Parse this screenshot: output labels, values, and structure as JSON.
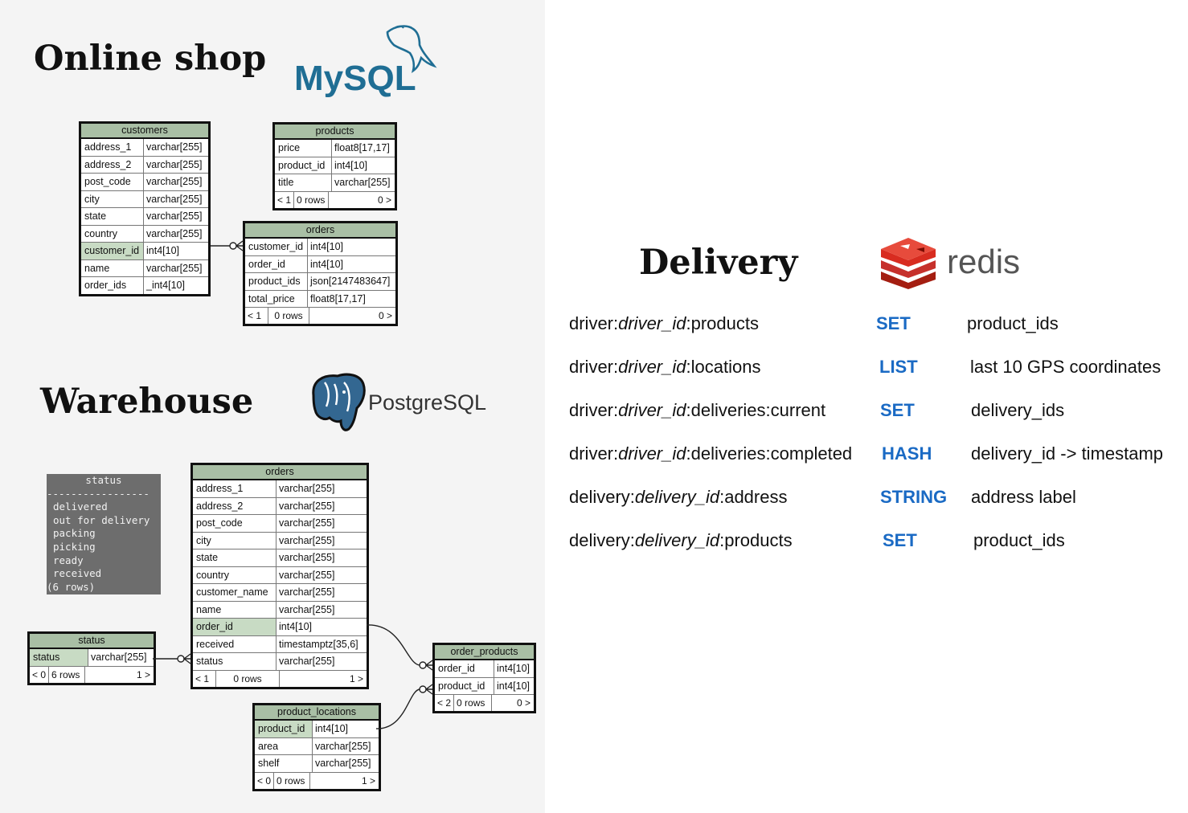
{
  "online_shop": {
    "title": "Online shop",
    "logo_text": "MySQL",
    "tables": {
      "customers": {
        "name": "customers",
        "rows": [
          [
            "address_1",
            "varchar[255]"
          ],
          [
            "address_2",
            "varchar[255]"
          ],
          [
            "post_code",
            "varchar[255]"
          ],
          [
            "city",
            "varchar[255]"
          ],
          [
            "state",
            "varchar[255]"
          ],
          [
            "country",
            "varchar[255]"
          ],
          [
            "customer_id",
            "int4[10]"
          ],
          [
            "name",
            "varchar[255]"
          ],
          [
            "order_ids",
            "_int4[10]"
          ]
        ]
      },
      "products": {
        "name": "products",
        "rows": [
          [
            "price",
            "float8[17,17]"
          ],
          [
            "product_id",
            "int4[10]"
          ],
          [
            "title",
            "varchar[255]"
          ]
        ],
        "footer": [
          "< 1",
          "0 rows",
          "0 >"
        ]
      },
      "orders": {
        "name": "orders",
        "rows": [
          [
            "customer_id",
            "int4[10]"
          ],
          [
            "order_id",
            "int4[10]"
          ],
          [
            "product_ids",
            "json[2147483647]"
          ],
          [
            "total_price",
            "float8[17,17]"
          ]
        ],
        "footer": [
          "< 1",
          "0 rows",
          "0 >"
        ]
      }
    }
  },
  "warehouse": {
    "title": "Warehouse",
    "logo_text": "PostgreSQL",
    "status_output": {
      "header": "status",
      "divider": "-----------------",
      "values": [
        "delivered",
        "out for delivery",
        "packing",
        "picking",
        "ready",
        "received"
      ],
      "count": "(6 rows)"
    },
    "tables": {
      "orders": {
        "name": "orders",
        "rows": [
          [
            "address_1",
            "varchar[255]"
          ],
          [
            "address_2",
            "varchar[255]"
          ],
          [
            "post_code",
            "varchar[255]"
          ],
          [
            "city",
            "varchar[255]"
          ],
          [
            "state",
            "varchar[255]"
          ],
          [
            "country",
            "varchar[255]"
          ],
          [
            "customer_name",
            "varchar[255]"
          ],
          [
            "name",
            "varchar[255]"
          ],
          [
            "order_id",
            "int4[10]"
          ],
          [
            "received",
            "timestamptz[35,6]"
          ],
          [
            "status",
            "varchar[255]"
          ]
        ],
        "footer": [
          "< 1",
          "0 rows",
          "1 >"
        ]
      },
      "status": {
        "name": "status",
        "rows": [
          [
            "status",
            "varchar[255]"
          ]
        ],
        "footer": [
          "< 0",
          "6 rows",
          "1 >"
        ]
      },
      "order_products": {
        "name": "order_products",
        "rows": [
          [
            "order_id",
            "int4[10]"
          ],
          [
            "product_id",
            "int4[10]"
          ]
        ],
        "footer": [
          "< 2",
          "0 rows",
          "0 >"
        ]
      },
      "product_locations": {
        "name": "product_locations",
        "rows": [
          [
            "product_id",
            "int4[10]"
          ],
          [
            "area",
            "varchar[255]"
          ],
          [
            "shelf",
            "varchar[255]"
          ]
        ],
        "footer": [
          "< 0",
          "0 rows",
          "1 >"
        ]
      }
    }
  },
  "delivery": {
    "title": "Delivery",
    "logo_text": "redis",
    "type_color": "#1a6ac4",
    "keys": [
      {
        "prefix": "driver:",
        "var": "driver_id",
        "suffix": ":products",
        "type": "SET",
        "desc": "product_ids"
      },
      {
        "prefix": "driver:",
        "var": "driver_id",
        "suffix": ":locations",
        "type": "LIST",
        "desc": "last 10 GPS coordinates"
      },
      {
        "prefix": "driver:",
        "var": "driver_id",
        "suffix": ":deliveries:current",
        "type": "SET",
        "desc": "delivery_ids"
      },
      {
        "prefix": "driver:",
        "var": "driver_id",
        "suffix": ":deliveries:completed",
        "type": "HASH",
        "desc": "delivery_id -> timestamp"
      },
      {
        "prefix": "delivery:",
        "var": "delivery_id",
        "suffix": ":address",
        "type": "STRING",
        "desc": "address label"
      },
      {
        "prefix": "delivery:",
        "var": "delivery_id",
        "suffix": ":products",
        "type": "SET",
        "desc": "product_ids"
      }
    ]
  }
}
